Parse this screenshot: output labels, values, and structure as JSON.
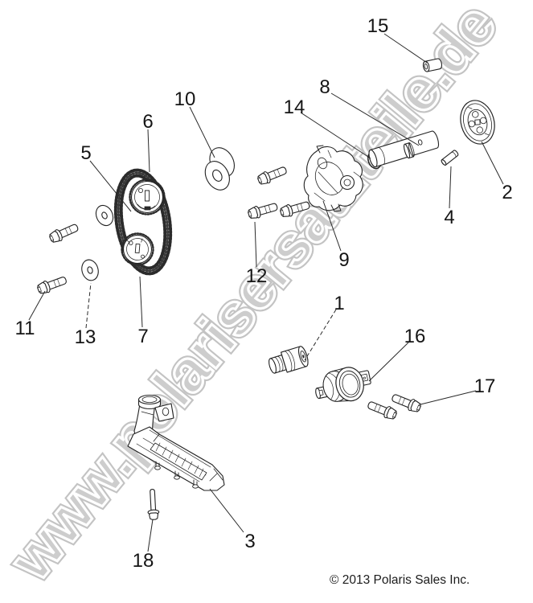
{
  "page": {
    "background": "#ffffff",
    "ink_color": "#222222"
  },
  "watermark": {
    "text": "www.polarisersatzteile.de",
    "fill": "#cdcdcd",
    "outline": "#c3c3c3",
    "inner_stroke": "#ffffff"
  },
  "footer": {
    "copyright": "© 2013 Polaris Sales Inc."
  },
  "callouts": [
    {
      "label": "1"
    },
    {
      "label": "2"
    },
    {
      "label": "3"
    },
    {
      "label": "4"
    },
    {
      "label": "5"
    },
    {
      "label": "6"
    },
    {
      "label": "7"
    },
    {
      "label": "8"
    },
    {
      "label": "9"
    },
    {
      "label": "10"
    },
    {
      "label": "11"
    },
    {
      "label": "12"
    },
    {
      "label": "13"
    },
    {
      "label": "14"
    },
    {
      "label": "15"
    },
    {
      "label": "16"
    },
    {
      "label": "17"
    },
    {
      "label": "18"
    }
  ]
}
